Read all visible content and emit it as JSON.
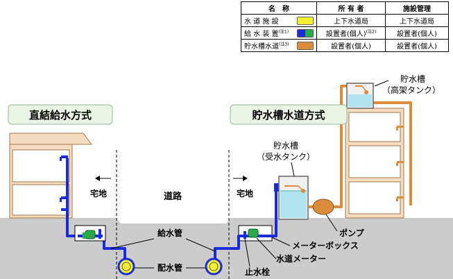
{
  "legend": {
    "headers": [
      "名　称",
      "所 有 者",
      "施設管理"
    ],
    "rows": [
      {
        "name": "水 道 施 設",
        "note": "",
        "owner": "上下水道局",
        "owner_note": "",
        "manager": "上下水道局",
        "color": "#f5f032"
      },
      {
        "name": "給 水 装 置",
        "note": "(注1)",
        "owner": "設置者(個人)",
        "owner_note": "(注2)",
        "manager": "設置者(個人)",
        "colors": [
          "#1a2bd8",
          "#2aa94a"
        ]
      },
      {
        "name": "貯水槽水道",
        "note": "(注3)",
        "owner": "設置者(個人)",
        "owner_note": "",
        "manager": "設置者(個人)",
        "color": "#d98c3c"
      }
    ]
  },
  "titles": {
    "direct": "直結給水方式",
    "tank": "貯水槽水道方式"
  },
  "labels": {
    "road": "道路",
    "residence_left": "宅地",
    "residence_right": "宅地",
    "service_pipe": "給水管",
    "water_main": "配水管",
    "receiving_tank_1": "貯水槽",
    "receiving_tank_2": "（受水タンク）",
    "elevated_tank_1": "貯水槽",
    "elevated_tank_2": "（高架タンク）",
    "pump": "ポンプ",
    "meter_box": "メーターボックス",
    "water_meter": "水道メーター",
    "stop_valve": "止水栓"
  },
  "colors": {
    "water_facility": "#f5f032",
    "supply_blue": "#1a2bd8",
    "supply_green": "#2aa94a",
    "tank_orange": "#d98c3c",
    "ground": "#c9c9c9",
    "building": "#f5dcc0",
    "water": "#aee3ef",
    "title_box": "#eaf4e4"
  },
  "icons": [
    "arrow-left-icon",
    "arrow-right-icon",
    "faucet-icon",
    "float-valve-icon"
  ]
}
